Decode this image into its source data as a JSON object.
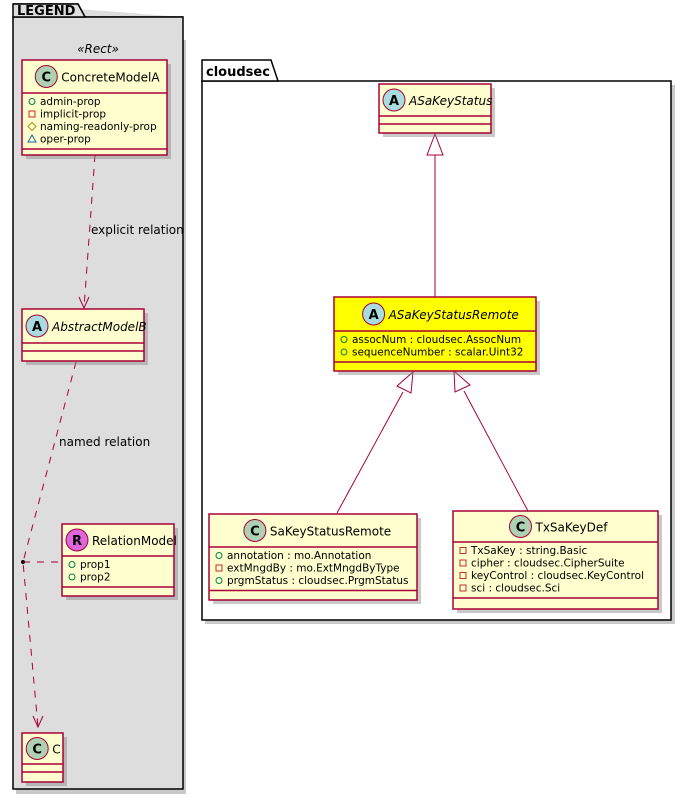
{
  "diagram": {
    "colors": {
      "class_fill": "#FEFECE",
      "class_border": "#A80036",
      "highlight_fill": "#FFFF00",
      "legend_fill": "#DDDDDD",
      "class_circle": "#ADD1B2",
      "abstract_circle": "#A9DCDF",
      "relation_circle": "#DD66DD",
      "public_marker": "#038048",
      "private_marker": "#C82930",
      "protected_marker": "#B38D22",
      "package_marker": "#1963A0"
    },
    "legend": {
      "package_name": "LEGEND",
      "stereotype": "«Rect»",
      "concrete": {
        "badge": "C",
        "name": "ConcreteModelA",
        "attrs": [
          {
            "vis": "public",
            "text": "admin-prop"
          },
          {
            "vis": "private",
            "text": "implicit-prop"
          },
          {
            "vis": "protected",
            "text": "naming-readonly-prop"
          },
          {
            "vis": "package",
            "text": "oper-prop"
          }
        ]
      },
      "explicit_label": "explicit relation",
      "abstract": {
        "badge": "A",
        "name": "AbstractModelB"
      },
      "named_label": "named relation",
      "relation": {
        "badge": "R",
        "name": "RelationModel",
        "attrs": [
          {
            "vis": "public",
            "text": "prop1"
          },
          {
            "vis": "public",
            "text": "prop2"
          }
        ]
      },
      "c": {
        "badge": "C",
        "name": "C"
      }
    },
    "cloudsec": {
      "package_name": "cloudsec",
      "base": {
        "badge": "A",
        "name": "ASaKeyStatus"
      },
      "remote": {
        "badge": "A",
        "name": "ASaKeyStatusRemote",
        "attrs": [
          {
            "vis": "public",
            "text": "assocNum : cloudsec.AssocNum"
          },
          {
            "vis": "public",
            "text": "sequenceNumber : scalar.Uint32"
          }
        ]
      },
      "sakey": {
        "badge": "C",
        "name": "SaKeyStatusRemote",
        "attrs": [
          {
            "vis": "public",
            "text": "annotation : mo.Annotation"
          },
          {
            "vis": "private",
            "text": "extMngdBy : mo.ExtMngdByType"
          },
          {
            "vis": "public",
            "text": "prgmStatus : cloudsec.PrgmStatus"
          }
        ]
      },
      "txsakey": {
        "badge": "C",
        "name": "TxSaKeyDef",
        "attrs": [
          {
            "vis": "private",
            "text": "TxSaKey : string.Basic"
          },
          {
            "vis": "private",
            "text": "cipher : cloudsec.CipherSuite"
          },
          {
            "vis": "private",
            "text": "keyControl : cloudsec.KeyControl"
          },
          {
            "vis": "private",
            "text": "sci : cloudsec.Sci"
          }
        ]
      }
    }
  }
}
